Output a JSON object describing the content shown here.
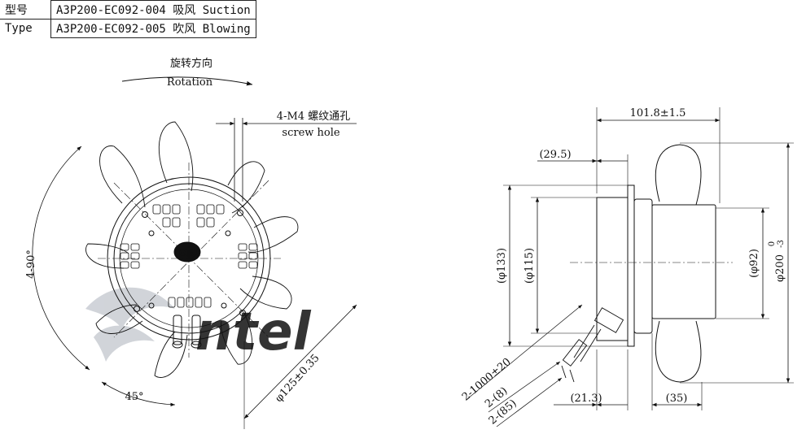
{
  "table": {
    "rows": [
      {
        "label": "型号",
        "value": "A3P200-EC092-004 吸风 Suction"
      },
      {
        "label": "Type",
        "value": "A3P200-EC092-005 吹风 Blowing"
      }
    ]
  },
  "rotation": {
    "cn": "旋转方向",
    "en": "Rotation"
  },
  "screw_hole": {
    "cn": "4-M4 螺纹通孔",
    "en": "screw hole"
  },
  "front_view": {
    "angle_label": "4-90°",
    "angle_45": "45°",
    "diameter_label": "φ125±0.35"
  },
  "side_view": {
    "depth_total": "101.8±1.5",
    "depth_29": "(29.5)",
    "depth_21": "(21.3)",
    "depth_35": "(35)",
    "dia_133": "(φ133)",
    "dia_115": "(φ115)",
    "dia_92": "(φ92)",
    "dia_200": "φ200",
    "dia_200_tol_upper": "0",
    "dia_200_tol_lower": "-3",
    "cable_1": "2-1000±20",
    "cable_2": "2-(8)",
    "cable_3": "2-(85)"
  },
  "watermark": "ntel",
  "colors": {
    "line": "#111111",
    "watermark_blue": "#2f7fd0",
    "watermark_gray": "#c9cdd3"
  }
}
